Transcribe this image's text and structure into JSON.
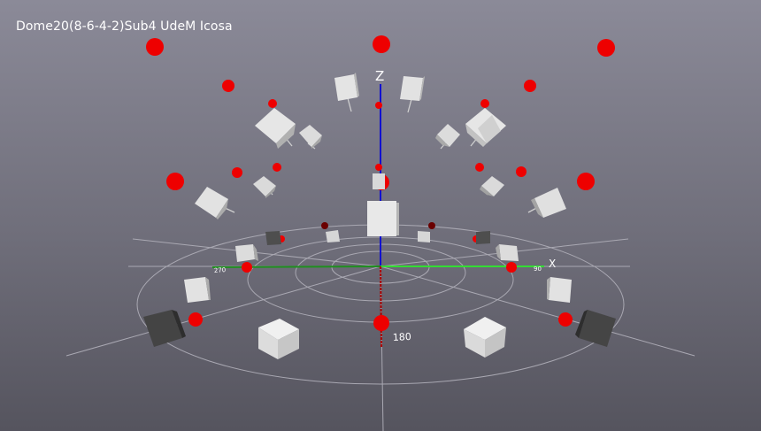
{
  "view": {
    "title": "Dome20(8-6-4-2)Sub4 UdeM Icosa",
    "background_top": "#8b8a98",
    "background_bottom": "#55545e"
  },
  "axes": {
    "z_label": "Z",
    "x_label": "X",
    "angle_label_180": "180",
    "angle_label_left": "270",
    "angle_label_right": "90",
    "z_color": "#1010d0",
    "x_color": "#33dd33",
    "y_color": "#aa0000"
  },
  "speaker_colors": {
    "sphere": "#ee0000",
    "cube_light": "#d9d9d9",
    "cube_dark": "#4a4a4a"
  }
}
